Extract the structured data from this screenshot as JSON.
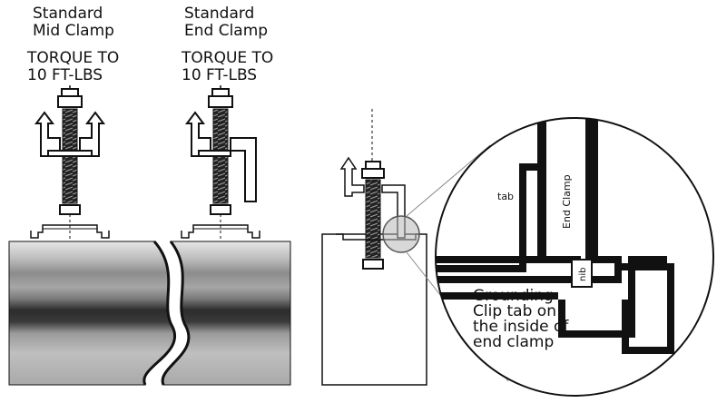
{
  "labels": {
    "mid_clamp": "Standard\nMid Clamp",
    "mid_torque": "TORQUE TO\n10 FT-LBS",
    "end_clamp": "Standard\nEnd Clamp",
    "end_torque": "TORQUE TO\n10 FT-LBS",
    "tab": "tab",
    "end_clamp_detail": "End Clamp",
    "nib": "nib",
    "grounding_note": "Grounding\nClip tab on\nthe inside of\nend clamp"
  }
}
